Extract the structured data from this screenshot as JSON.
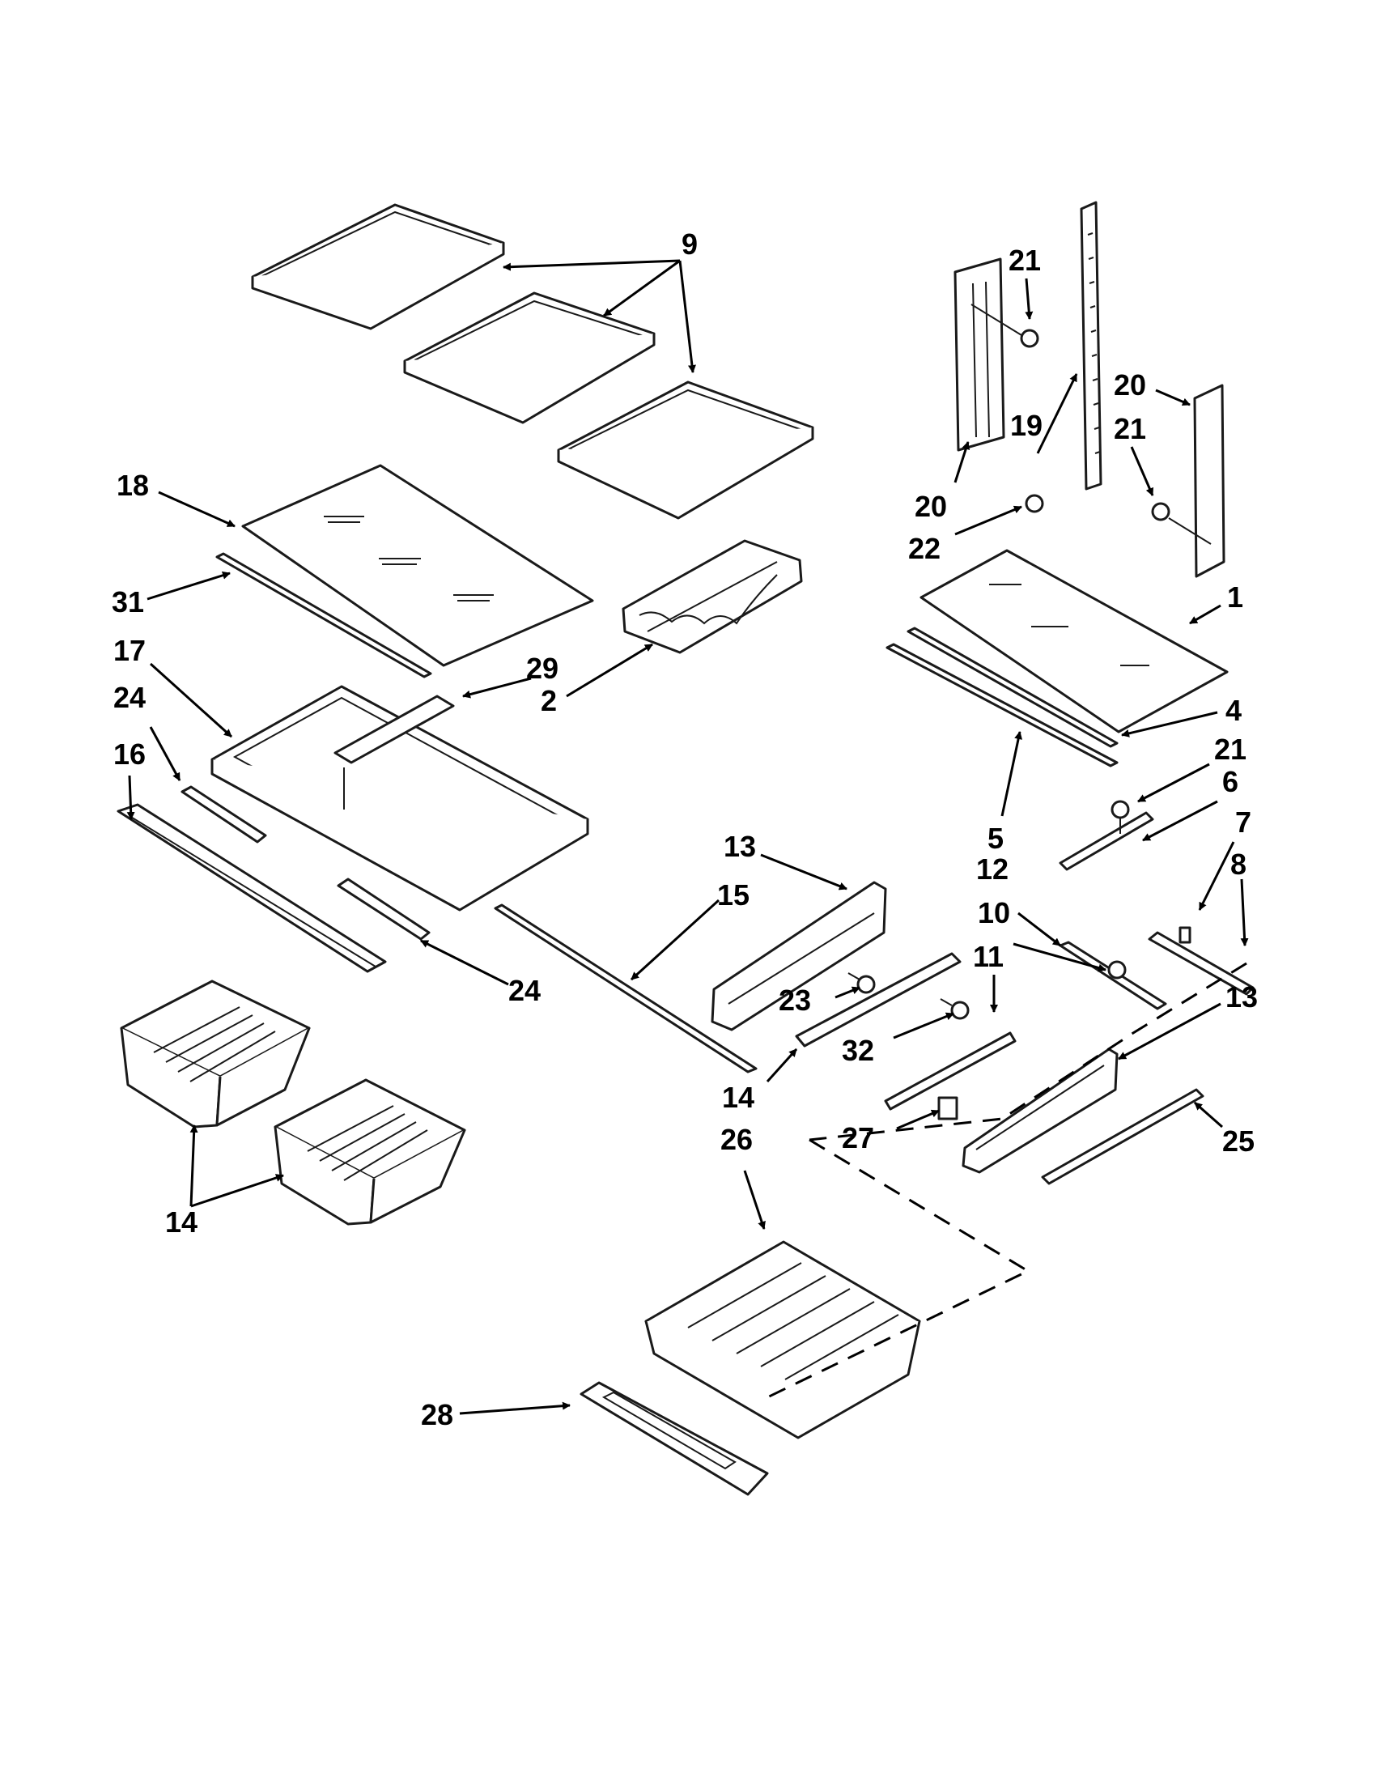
{
  "callouts": {
    "c1": "1",
    "c2": "2",
    "c4": "4",
    "c5": "5",
    "c6": "6",
    "c7": "7",
    "c8": "8",
    "c9": "9",
    "c10": "10",
    "c11": "11",
    "c12": "12",
    "c13a": "13",
    "c13b": "13",
    "c14a": "14",
    "c14b": "14",
    "c15": "15",
    "c16": "16",
    "c17": "17",
    "c18": "18",
    "c19": "19",
    "c20a": "20",
    "c20b": "20",
    "c21a": "21",
    "c21b": "21",
    "c21c": "21",
    "c22": "22",
    "c23": "23",
    "c24a": "24",
    "c24b": "24",
    "c25": "25",
    "c26": "26",
    "c27": "27",
    "c28": "28",
    "c29": "29",
    "c31": "31",
    "c32": "32"
  },
  "colors": {
    "line": "#1a1a1a",
    "background": "#ffffff"
  }
}
